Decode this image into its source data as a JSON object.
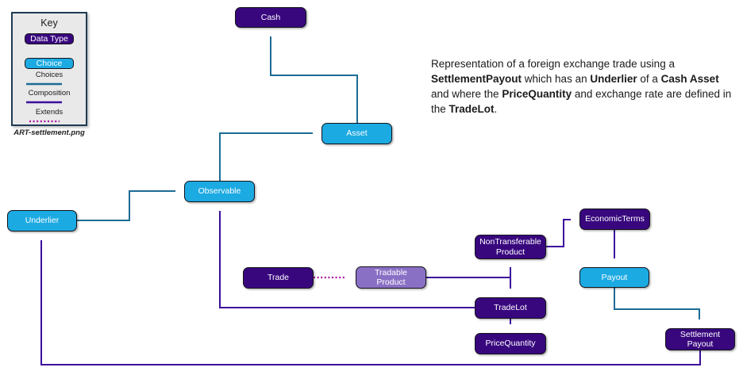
{
  "key": {
    "title": "Key",
    "data_type_label": "Data Type",
    "choice_label": "Choice",
    "arrows": [
      {
        "label": "Choices",
        "type": "choices"
      },
      {
        "label": "Composition",
        "type": "composition"
      },
      {
        "label": "Extends",
        "type": "extends"
      }
    ],
    "caption": "ART-settlement.png"
  },
  "description": {
    "segments": [
      {
        "text": "Representation of a foreign exchange trade using a ",
        "bold": false
      },
      {
        "text": "SettlementPayout",
        "bold": true
      },
      {
        "text": " which has an ",
        "bold": false
      },
      {
        "text": "Underlier",
        "bold": true
      },
      {
        "text": " of a ",
        "bold": false
      },
      {
        "text": "Cash Asset",
        "bold": true
      },
      {
        "text": " and where the ",
        "bold": false
      },
      {
        "text": "PriceQuantity",
        "bold": true
      },
      {
        "text": " and exchange rate are defined in the ",
        "bold": false
      },
      {
        "text": "TradeLot",
        "bold": true
      },
      {
        "text": ".",
        "bold": false
      }
    ]
  },
  "nodes": {
    "cash": {
      "label": "Cash",
      "kind": "data-type"
    },
    "asset": {
      "label": "Asset",
      "kind": "choice"
    },
    "observable": {
      "label": "Observable",
      "kind": "choice"
    },
    "underlier": {
      "label": "Underlier",
      "kind": "choice"
    },
    "trade": {
      "label": "Trade",
      "kind": "data-type"
    },
    "tradable_product": {
      "label": "Tradable Product",
      "kind": "data-type-light"
    },
    "nontransferable_product": {
      "label": "NonTransferable Product",
      "kind": "data-type"
    },
    "economic_terms": {
      "label": "EconomicTerms",
      "kind": "data-type"
    },
    "payout": {
      "label": "Payout",
      "kind": "choice"
    },
    "trade_lot": {
      "label": "TradeLot",
      "kind": "data-type"
    },
    "price_quantity": {
      "label": "PriceQuantity",
      "kind": "data-type"
    },
    "settlement_payout": {
      "label": "Settlement Payout",
      "kind": "data-type"
    }
  },
  "edges": [
    {
      "from": "asset",
      "to": "cash",
      "type": "choices"
    },
    {
      "from": "observable",
      "to": "asset",
      "type": "choices"
    },
    {
      "from": "underlier",
      "to": "observable",
      "type": "choices"
    },
    {
      "from": "payout",
      "to": "settlement_payout",
      "type": "choices"
    },
    {
      "from": "settlement_payout",
      "to": "underlier",
      "type": "composition"
    },
    {
      "from": "trade_lot",
      "to": "observable",
      "type": "composition"
    },
    {
      "from": "tradable_product",
      "to": "nontransferable_product",
      "type": "composition"
    },
    {
      "from": "tradable_product",
      "to": "trade_lot",
      "type": "composition"
    },
    {
      "from": "nontransferable_product",
      "to": "economic_terms",
      "type": "composition"
    },
    {
      "from": "economic_terms",
      "to": "payout",
      "type": "composition"
    },
    {
      "from": "trade_lot",
      "to": "price_quantity",
      "type": "composition"
    },
    {
      "from": "trade",
      "to": "tradable_product",
      "type": "extends"
    }
  ],
  "colors": {
    "data-type-fill": "#38077e",
    "choice-fill": "#1caae2",
    "tradable-fill": "#8a70c5",
    "choices-arrow": "#1d6b94",
    "composition-arrow": "#3c0d9c",
    "extends-arrow": "#a9119f"
  }
}
